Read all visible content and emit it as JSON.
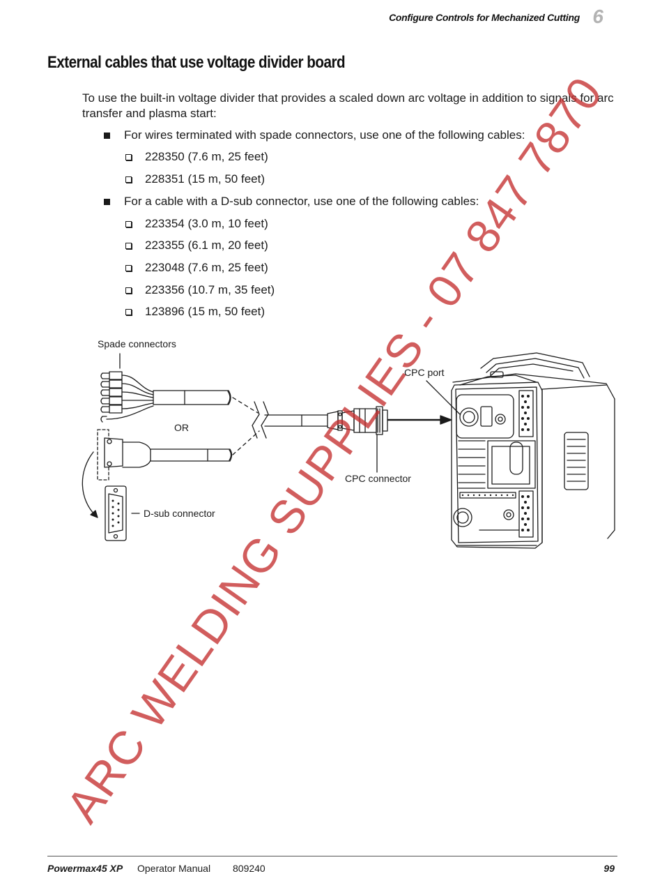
{
  "header": {
    "chapter_title": "Configure Controls for Mechanized Cutting",
    "chapter_number": "6"
  },
  "section": {
    "title": "External cables that use voltage divider board",
    "intro": "To use the built-in voltage divider that provides a scaled down arc voltage in addition to signals for arc transfer and plasma start:",
    "groups": [
      {
        "text": "For wires terminated with spade connectors, use one of the following cables:",
        "items": [
          "228350 (7.6 m, 25 feet)",
          "228351 (15 m, 50 feet)"
        ]
      },
      {
        "text": "For a cable with a D-sub connector, use one of the following cables:",
        "items": [
          "223354 (3.0 m, 10 feet)",
          "223355 (6.1 m, 20 feet)",
          "223048 (7.6 m, 25 feet)",
          "223356 (10.7 m, 35 feet)",
          "123896 (15 m, 50 feet)"
        ]
      }
    ]
  },
  "figure": {
    "spade_label": "Spade connectors",
    "or_label": "OR",
    "dsub_label": "D-sub connector",
    "cpc_port_label": "CPC port",
    "cpc_connector_label": "CPC connector"
  },
  "watermark": "ARC WELDING SUPPLIES - 07 847 7870",
  "footer": {
    "product": "Powermax45 XP",
    "manual": "Operator Manual",
    "part_number": "809240",
    "page_number": "99"
  },
  "colors": {
    "watermark": "#c43030",
    "header_number": "#b3b3b3"
  }
}
